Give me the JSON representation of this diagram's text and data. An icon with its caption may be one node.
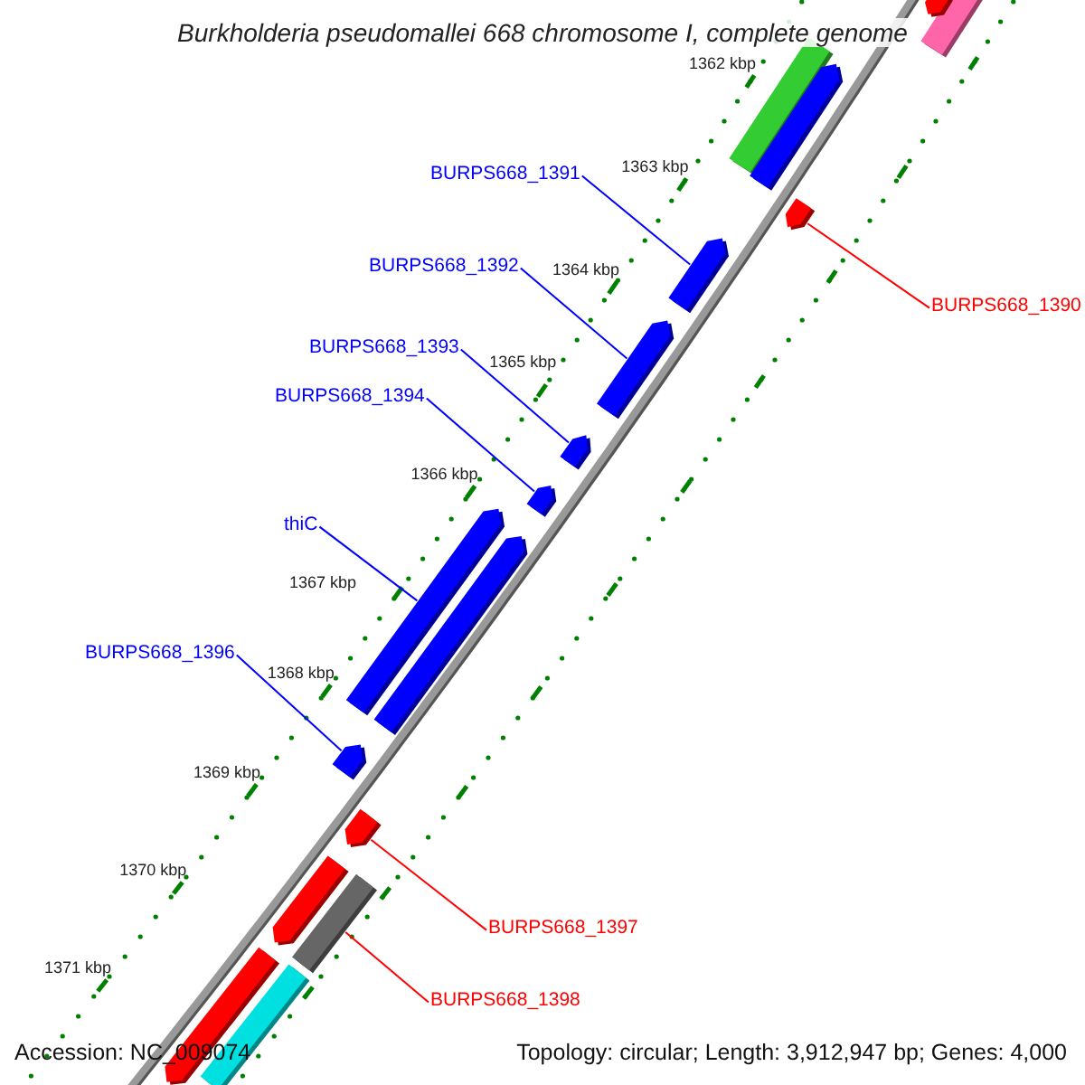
{
  "diagram": {
    "title": "Burkholderia pseudomallei 668 chromosome I, complete genome",
    "nodes": [
      {
        "text": [
          "BURPS668_1391"
        ]
      },
      {
        "text": [
          "BURPS668_1392"
        ]
      },
      {
        "text": [
          "BURPS668_1393"
        ]
      },
      {
        "text": [
          "BURPS668_1394"
        ]
      },
      {
        "text": [
          "thiC"
        ]
      },
      {
        "text": [
          "BURPS668_1396"
        ]
      },
      {
        "text": [
          "BURPS668_1390"
        ]
      },
      {
        "text": [
          "BURPS668_1397"
        ]
      },
      {
        "text": [
          "BURPS668_1398"
        ]
      },
      {
        "text": [],
        "shape": "bar"
      },
      {
        "text": [],
        "shape": "bar"
      },
      {
        "text": [],
        "shape": "bar"
      },
      {
        "text": [],
        "shape": "bar"
      },
      {
        "text": [],
        "shape": "bar"
      },
      {
        "text": [],
        "shape": "bar"
      },
      {
        "text": [],
        "shape": "bar"
      },
      {
        "text": [],
        "shape": "bar"
      },
      {
        "text": [],
        "shape": "bar"
      },
      {
        "text": [],
        "shape": "bar"
      }
    ],
    "edges": [
      {
        "from": 0,
        "to": 9,
        "arrow": "none"
      },
      {
        "from": 1,
        "to": 10,
        "arrow": "none"
      },
      {
        "from": 2,
        "to": 11,
        "arrow": "none"
      },
      {
        "from": 3,
        "to": 12,
        "arrow": "none"
      },
      {
        "from": 4,
        "to": 13,
        "arrow": "none"
      },
      {
        "from": 5,
        "to": 14,
        "arrow": "none"
      },
      {
        "from": 6,
        "to": 15,
        "arrow": "none",
        "color": "#ff0000"
      },
      {
        "from": 7,
        "to": 16,
        "arrow": "none",
        "color": "#ff0000"
      },
      {
        "from": 8,
        "to": 17,
        "arrow": "none",
        "color": "#ff0000"
      }
    ],
    "labels": [
      "1362 kbp",
      "1363 kbp",
      "1364 kbp",
      "1365 kbp",
      "1366 kbp",
      "1367 kbp",
      "1368 kbp",
      "1369 kbp",
      "1370 kbp",
      "1371 kbp",
      "Accession: NC_009074",
      "Topology: circular; Length: 3,912,947 bp; Genes: 4,000"
    ]
  }
}
